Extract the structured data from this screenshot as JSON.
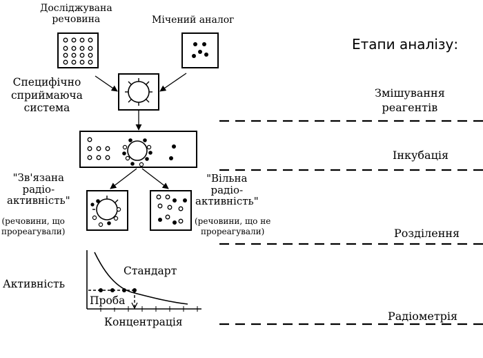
{
  "labels": {
    "test_substance": [
      "Досліджувана",
      "речовина"
    ],
    "labeled_analog": "Мічений аналог",
    "receptor_system": [
      "Специфічно",
      "сприймаюча",
      "система"
    ],
    "bound": [
      "\"Зв'язана",
      "радіо-",
      "активність\""
    ],
    "bound_note": [
      "(речовини, що",
      "прореагували)"
    ],
    "free": [
      "\"Вільна",
      "радіо-",
      "активність\""
    ],
    "free_note": [
      "(речовини, що не",
      "прореагували)"
    ]
  },
  "stages": {
    "heading": "Етапи аналізу:",
    "mixing": [
      "Змішування",
      "реагентів"
    ],
    "incubation": "Інкубація",
    "separation": "Розділення",
    "radiometry": "Радіометрія"
  },
  "graph": {
    "ylabel": "Активність",
    "xlabel": "Концентрація",
    "curve_label": "Стандарт",
    "sample_label": "Проба"
  }
}
